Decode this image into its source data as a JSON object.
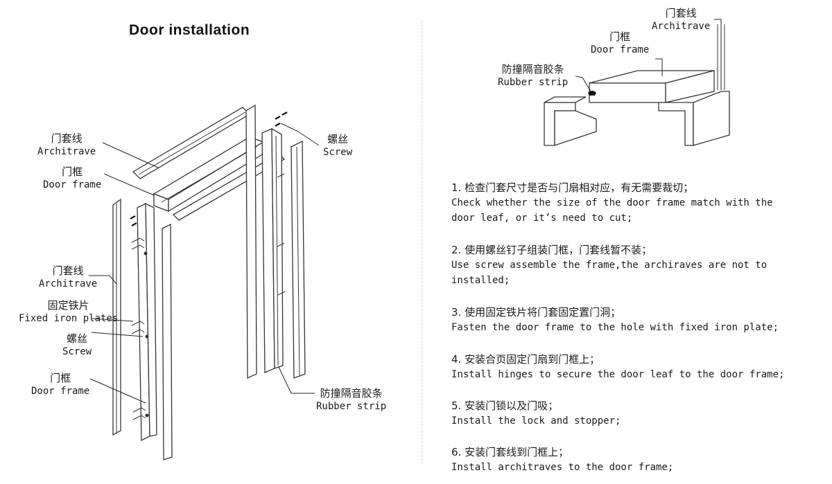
{
  "title": "Door installation",
  "left_labels": {
    "architrave_top": {
      "zh": "门套线",
      "en": "Architrave"
    },
    "door_frame_top": {
      "zh": "门框",
      "en": "Door frame"
    },
    "screw_top": {
      "zh": "螺丝",
      "en": "Screw"
    },
    "architrave_mid": {
      "zh": "门套线",
      "en": "Architrave"
    },
    "fixed_iron": {
      "zh": "固定铁片",
      "en": "Fixed iron plates"
    },
    "screw_mid": {
      "zh": "螺丝",
      "en": "Screw"
    },
    "door_frame_bottom": {
      "zh": "门框",
      "en": "Door frame"
    },
    "rubber_strip": {
      "zh": "防撞隔音胶条",
      "en": "Rubber strip"
    }
  },
  "right_labels": {
    "architrave": {
      "zh": "门套线",
      "en": "Architrave"
    },
    "door_frame": {
      "zh": "门框",
      "en": "Door frame"
    },
    "rubber_strip": {
      "zh": "防撞隔音胶条",
      "en": "Rubber strip"
    }
  },
  "steps": [
    {
      "zh": "1. 检查门套尺寸是否与门扇相对应，有无需要裁切；",
      "en1": "Check whether the size of the door frame match with the",
      "en2": "door leaf, or it’s  need to cut;"
    },
    {
      "zh": "2. 使用螺丝钉子组装门框，门套线暂不装；",
      "en1": "Use screw assemble the frame,the archiraves are not to",
      "en2": "installed;"
    },
    {
      "zh": "3. 使用固定铁片将门套固定置门洞；",
      "en1": "Fasten the door frame to the hole with fixed iron plate;",
      "en2": ""
    },
    {
      "zh": "4. 安装合页固定门扇到门框上；",
      "en1": "Install hinges to secure the door leaf to the door frame;",
      "en2": ""
    },
    {
      "zh": "5. 安装门锁以及门吸；",
      "en1": "Install the lock and stopper;",
      "en2": ""
    },
    {
      "zh": "6. 安装门套线到门框上；",
      "en1": "Install architraves to the door frame;",
      "en2": ""
    }
  ]
}
